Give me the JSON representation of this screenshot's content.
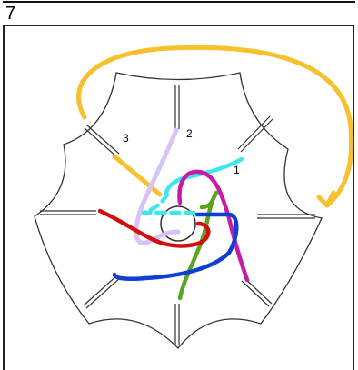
{
  "step": {
    "number": "7"
  },
  "diagram": {
    "labels": [
      {
        "id": "label-1",
        "text": "1"
      },
      {
        "id": "label-2",
        "text": "2"
      },
      {
        "id": "label-3",
        "text": "3"
      }
    ],
    "colors": {
      "outline": "#333333",
      "arrow": "#f7c02c",
      "cyan": "#3ee6ee",
      "lavender": "#d7c4f6",
      "magenta": "#c81aa6",
      "green": "#5aa51e",
      "blue": "#0f3fd0",
      "red": "#d20f0f"
    }
  }
}
